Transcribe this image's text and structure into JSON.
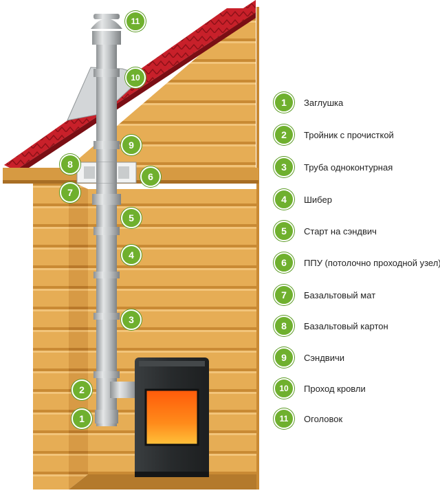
{
  "colors": {
    "badge": "#6fb02e",
    "wood": "#e3a94f",
    "roof": "#c8202a",
    "pipe": "#b9bcbe",
    "stove": "#2e3133",
    "fire": "#ff7a10"
  },
  "legend": [
    {
      "num": "1",
      "label": "Заглушка"
    },
    {
      "num": "2",
      "label": "Тройник с прочисткой"
    },
    {
      "num": "3",
      "label": "Труба одноконтурная"
    },
    {
      "num": "4",
      "label": "Шибер"
    },
    {
      "num": "5",
      "label": "Старт на сэндвич"
    },
    {
      "num": "6",
      "label": "ППУ (потолочно проходной узел)"
    },
    {
      "num": "7",
      "label": "Базальтовый мат"
    },
    {
      "num": "8",
      "label": "Базальтовый картон"
    },
    {
      "num": "9",
      "label": "Сэндвичи"
    },
    {
      "num": "10",
      "label": "Проход кровли"
    },
    {
      "num": "11",
      "label": "Оголовок"
    }
  ],
  "callouts": [
    {
      "num": "1"
    },
    {
      "num": "2"
    },
    {
      "num": "3"
    },
    {
      "num": "4"
    },
    {
      "num": "5"
    },
    {
      "num": "6"
    },
    {
      "num": "7"
    },
    {
      "num": "8"
    },
    {
      "num": "9"
    },
    {
      "num": "10"
    },
    {
      "num": "11"
    }
  ]
}
